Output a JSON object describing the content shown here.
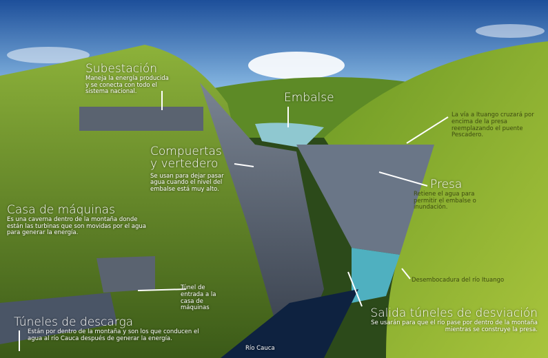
{
  "labels": {
    "subestacion": {
      "title": "Subestación",
      "desc": "Maneja la energía producida y se conecta con todo el sistema nacional."
    },
    "embalse": {
      "title": "Embalse"
    },
    "via": {
      "desc": "La vía a Ituango cruzará por encima de la presa reemplazando el puente Pescadero."
    },
    "compuertas": {
      "title1": "Compuertas",
      "title2": "y vertedero",
      "desc": "Se usan para dejar pasar agua cuando el nivel del embalse está muy alto."
    },
    "presa": {
      "title": "Presa",
      "desc": "Retiene el agua para permitir el embalse o inundación."
    },
    "casa": {
      "title": "Casa de máquinas",
      "desc": "Es una caverna dentro de la montaña donde están las turbinas que son movidas por el agua para generar la energía."
    },
    "tunel_entrada": {
      "desc": "Túnel de entrada a la casa de máquinas"
    },
    "desembocadura": {
      "desc": "Desembocadura del río Ituango"
    },
    "salida": {
      "title": "Salida túneles de desviación",
      "desc": "Se usarán para que el río pase por dentro de la montaña mientras se construye la presa."
    },
    "descarga": {
      "title": "Túneles de descarga",
      "desc": "Están por dentro de la montaña y son los que conducen el agua al río Cauca después de generar la energía."
    },
    "rio": {
      "label": "Río Cauca"
    }
  },
  "colors": {
    "sky": "#2f6fc0",
    "grass": "#7da32a",
    "dam": "#6b7482",
    "water": "#5fb8c8"
  }
}
